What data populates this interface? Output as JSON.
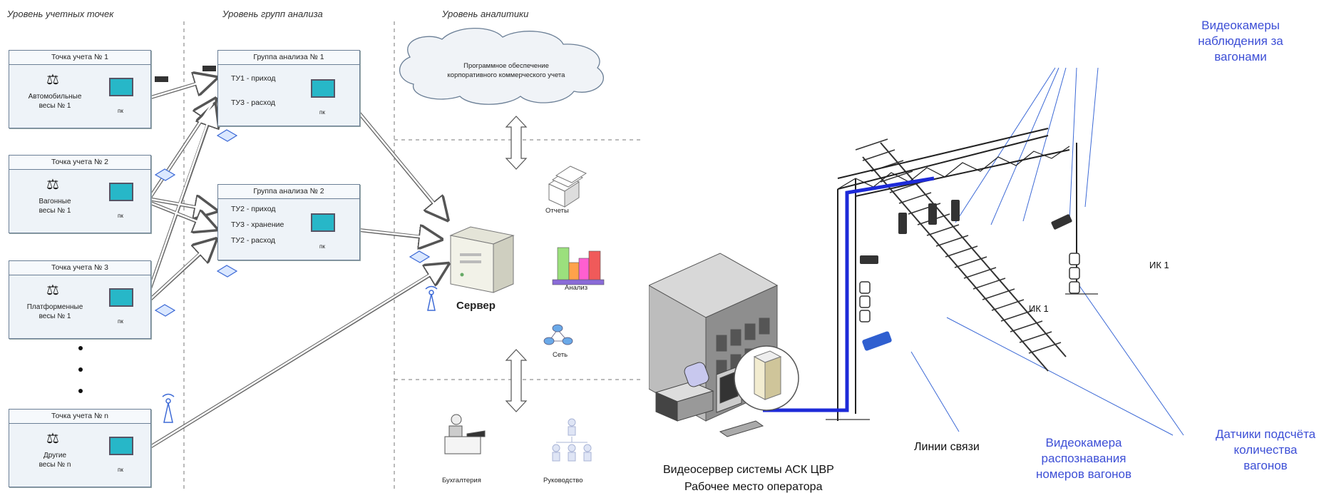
{
  "levels": {
    "accounting": "Уровень учетных точек",
    "groups": "Уровень групп анализа",
    "analytics": "Уровень аналитики"
  },
  "points": [
    {
      "title": "Точка учета № 1",
      "label": "Автомобильные\nвесы № 1",
      "pc": "пк"
    },
    {
      "title": "Точка учета № 2",
      "label": "Вагонные\nвесы № 1",
      "pc": "пк"
    },
    {
      "title": "Точка учета № 3",
      "label": "Платформенные\nвесы № 1",
      "pc": "пк"
    },
    {
      "title": "Точка учета № n",
      "label": "Другие\nвесы № n",
      "pc": "пк"
    }
  ],
  "groups": [
    {
      "title": "Группа анализа № 1",
      "rows": [
        "ТУ1 - приход",
        "ТУ3 - расход"
      ],
      "pc": "пк"
    },
    {
      "title": "Группа анализа № 2",
      "rows": [
        "ТУ2 - приход",
        "ТУ3 - хранение",
        "ТУ2 - расход"
      ],
      "pc": "пк"
    }
  ],
  "cloud_text": "Программное обеспечение\nкорпоративного коммерческого учета",
  "server_label": "Сервер",
  "analytics_items": {
    "reports": "Отчеты",
    "analysis": "Анализ",
    "network": "Сеть",
    "accounting": "Бухгалтерия",
    "management": "Руководство"
  },
  "right": {
    "cameras_label": "Видеокамеры\nнаблюдения за\nвагонами",
    "ik_left": "ИК 1",
    "ik_right": "ИК 1",
    "comm_lines": "Линии связи",
    "recognition_label": "Видеокамера\nраспознавания\nномеров вагонов",
    "sensors_label": "Датчики подсчёта\nколичества\nвагонов",
    "videoserver_line1": "Видеосервер системы АСК ЦВР",
    "videoserver_line2": "Рабочее место оператора"
  },
  "colors": {
    "accent_blue": "#3d4fd6",
    "cable_blue": "#1d2ad8",
    "box_fill": "#eef3f8",
    "box_border": "#6b7f96"
  }
}
